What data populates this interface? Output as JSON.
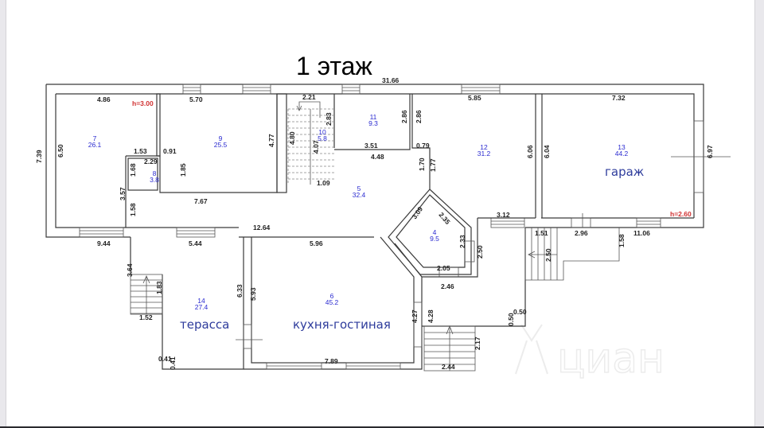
{
  "title": "1 этаж",
  "overall_length": "31.66",
  "heights": {
    "main": "h=3.00",
    "garage": "h=2.60"
  },
  "rooms": [
    {
      "id": "7",
      "area": "26.1"
    },
    {
      "id": "9",
      "area": "25.5"
    },
    {
      "id": "8",
      "area": "3.8"
    },
    {
      "id": "10",
      "area": "5.8"
    },
    {
      "id": "11",
      "area": "9.3"
    },
    {
      "id": "12",
      "area": "31.2"
    },
    {
      "id": "13",
      "area": "44.2",
      "label": "гараж"
    },
    {
      "id": "5",
      "area": "32.4"
    },
    {
      "id": "4",
      "area": "9.5"
    },
    {
      "id": "14",
      "area": "27.4",
      "label": "терасса"
    },
    {
      "id": "6",
      "area": "45.2",
      "label": "кухня-гостиная"
    }
  ],
  "dimensions": {
    "d_7_39": "7.39",
    "d_4_86": "4.86",
    "d_6_50": "6.50",
    "d_5_70": "5.70",
    "d_4_77": "4.77",
    "d_1_53": "1.53",
    "d_0_91": "0.91",
    "d_2_29": "2.29",
    "d_1_68": "1.68",
    "d_1_85": "1.85",
    "d_3_57": "3.57",
    "d_1_58a": "1.58",
    "d_7_67": "7.67",
    "d_12_64": "12.64",
    "d_9_44": "9.44",
    "d_2_21": "2.21",
    "d_2_83": "2.83",
    "d_4_80": "4.80",
    "d_4_07": "4.07",
    "d_1_09": "1.09",
    "d_2_86a": "2.86",
    "d_3_51": "3.51",
    "d_4_48": "4.48",
    "d_2_86b": "2.86",
    "d_0_79": "0.79",
    "d_1_70": "1.70",
    "d_1_77": "1.77",
    "d_5_85": "5.85",
    "d_6_06": "6.06",
    "d_6_04": "6.04",
    "d_7_32": "7.32",
    "d_6_97": "6.97",
    "d_3_09": "3.09",
    "d_2_35": "2.35",
    "d_3_12": "3.12",
    "d_2_33": "2.33",
    "d_2_50a": "2.50",
    "d_2_05": "2.05",
    "d_2_46": "2.46",
    "d_1_51": "1.51",
    "d_2_96": "2.96",
    "d_11_06": "11.06",
    "d_1_58b": "1.58",
    "d_2_50b": "2.50",
    "d_0_50a": "0.50",
    "d_0_50b": "0.50",
    "d_5_44": "5.44",
    "d_3_64": "3.64",
    "d_1_83": "1.83",
    "d_1_52": "1.52",
    "d_6_33": "6.33",
    "d_5_93": "5.93",
    "d_5_96": "5.96",
    "d_0_41a": "0.41",
    "d_0_41b": "0.41",
    "d_7_89": "7.89",
    "d_4_27": "4.27",
    "d_4_28": "4.28",
    "d_2_17": "2.17",
    "d_2_44": "2.44"
  },
  "watermark": "циан"
}
